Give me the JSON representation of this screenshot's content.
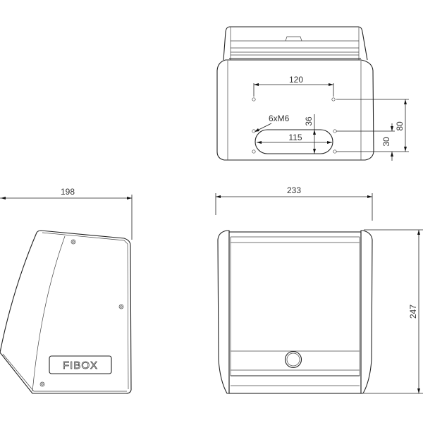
{
  "drawing": {
    "brand_logo": "FIBOX",
    "top_view": {
      "dim_hole_spacing_horizontal": "120",
      "dim_slot_width": "115",
      "dim_slot_height": "36",
      "dim_hole_spacing_vertical": "80",
      "dim_lower_hole_spacing": "30",
      "hole_callout": "6xM6"
    },
    "side_view": {
      "dim_depth": "198"
    },
    "front_view": {
      "dim_width": "233",
      "dim_height": "247"
    }
  }
}
